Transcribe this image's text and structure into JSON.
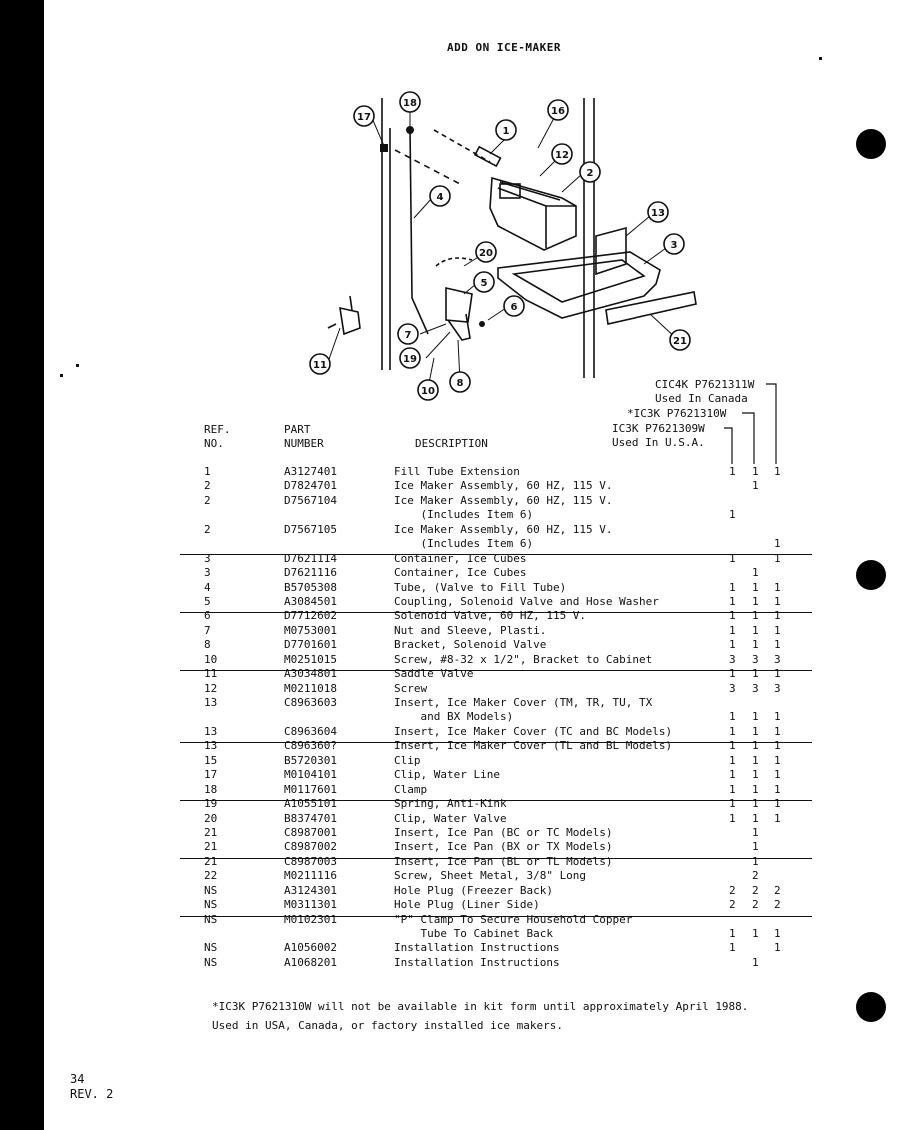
{
  "header": {
    "title": "ADD ON ICE-MAKER"
  },
  "diagram": {
    "callouts": [
      "17",
      "18",
      "1",
      "16",
      "12",
      "2",
      "13",
      "3",
      "4",
      "20",
      "5",
      "6",
      "7",
      "19",
      "10",
      "8",
      "21",
      "11"
    ]
  },
  "columns": {
    "ref": "REF.\nNO.",
    "part": "PART\nNUMBER",
    "desc": "DESCRIPTION",
    "kit_cic4k": "CIC4K P7621311W\nUsed In Canada",
    "kit_ic3k_star": "*IC3K P7621310W",
    "kit_ic3k": "IC3K P7621309W\nUsed In U.S.A."
  },
  "rows": [
    {
      "ref": "1",
      "part": "A3127401",
      "desc": "Fill Tube Extension",
      "q1": "1",
      "q2": "1",
      "q3": "1"
    },
    {
      "ref": "2",
      "part": "D7824701",
      "desc": "Ice Maker Assembly, 60 HZ, 115 V.",
      "q1": "",
      "q2": "1",
      "q3": ""
    },
    {
      "ref": "2",
      "part": "D7567104",
      "desc": "Ice Maker Assembly, 60 HZ, 115 V.",
      "q1": "",
      "q2": "",
      "q3": ""
    },
    {
      "ref": "",
      "part": "",
      "desc": "    (Includes Item 6)",
      "q1": "1",
      "q2": "",
      "q3": ""
    },
    {
      "ref": "2",
      "part": "D7567105",
      "desc": "Ice Maker Assembly, 60 HZ, 115 V.",
      "q1": "",
      "q2": "",
      "q3": ""
    },
    {
      "ref": "",
      "part": "",
      "desc": "    (Includes Item 6)",
      "q1": "",
      "q2": "",
      "q3": "1"
    },
    {
      "ref": "3",
      "part": "D7621114",
      "desc": "Container, Ice Cubes",
      "q1": "1",
      "q2": "",
      "q3": "1"
    },
    {
      "ref": "3",
      "part": "D7621116",
      "desc": "Container, Ice Cubes",
      "q1": "",
      "q2": "1",
      "q3": ""
    },
    {
      "ref": "4",
      "part": "B5705308",
      "desc": "Tube, (Valve to Fill Tube)",
      "q1": "1",
      "q2": "1",
      "q3": "1"
    },
    {
      "ref": "5",
      "part": "A3084501",
      "desc": "Coupling, Solenoid Valve and Hose Washer",
      "q1": "1",
      "q2": "1",
      "q3": "1"
    },
    {
      "ref": "6",
      "part": "D7712602",
      "desc": "Solenoid Valve, 60 HZ, 115 V.",
      "q1": "1",
      "q2": "1",
      "q3": "1"
    },
    {
      "ref": "7",
      "part": "M0753001",
      "desc": "Nut and Sleeve, Plasti.",
      "q1": "1",
      "q2": "1",
      "q3": "1"
    },
    {
      "ref": "8",
      "part": "D7701601",
      "desc": "Bracket, Solenoid Valve",
      "q1": "1",
      "q2": "1",
      "q3": "1"
    },
    {
      "ref": "10",
      "part": "M0251015",
      "desc": "Screw, #8-32 x 1/2\", Bracket to Cabinet",
      "q1": "3",
      "q2": "3",
      "q3": "3"
    },
    {
      "ref": "11",
      "part": "A3034801",
      "desc": "Saddle Valve",
      "q1": "1",
      "q2": "1",
      "q3": "1"
    },
    {
      "ref": "12",
      "part": "M0211018",
      "desc": "Screw",
      "q1": "3",
      "q2": "3",
      "q3": "3"
    },
    {
      "ref": "13",
      "part": "C8963603",
      "desc": "Insert, Ice Maker Cover (TM, TR, TU, TX",
      "q1": "",
      "q2": "",
      "q3": ""
    },
    {
      "ref": "",
      "part": "",
      "desc": "    and BX Models)",
      "q1": "1",
      "q2": "1",
      "q3": "1"
    },
    {
      "ref": "13",
      "part": "C8963604",
      "desc": "Insert, Ice Maker Cover (TC and BC Models)",
      "q1": "1",
      "q2": "1",
      "q3": "1"
    },
    {
      "ref": "13",
      "part": "C896360?",
      "desc": "Insert, Ice Maker Cover (TL and BL Models)",
      "q1": "1",
      "q2": "1",
      "q3": "1"
    },
    {
      "ref": "15",
      "part": "B5720301",
      "desc": "Clip",
      "q1": "1",
      "q2": "1",
      "q3": "1"
    },
    {
      "ref": "17",
      "part": "M0104101",
      "desc": "Clip, Water Line",
      "q1": "1",
      "q2": "1",
      "q3": "1"
    },
    {
      "ref": "18",
      "part": "M0117601",
      "desc": "Clamp",
      "q1": "1",
      "q2": "1",
      "q3": "1"
    },
    {
      "ref": "19",
      "part": "A1055101",
      "desc": "Spring, Anti-Kink",
      "q1": "1",
      "q2": "1",
      "q3": "1"
    },
    {
      "ref": "20",
      "part": "B8374701",
      "desc": "Clip, Water Valve",
      "q1": "1",
      "q2": "1",
      "q3": "1"
    },
    {
      "ref": "21",
      "part": "C8987001",
      "desc": "Insert, Ice Pan (BC or TC Models)",
      "q1": "",
      "q2": "1",
      "q3": ""
    },
    {
      "ref": "21",
      "part": "C8987002",
      "desc": "Insert, Ice Pan (BX or TX Models)",
      "q1": "",
      "q2": "1",
      "q3": ""
    },
    {
      "ref": "21",
      "part": "C8987003",
      "desc": "Insert, Ice Pan (BL or TL Models)",
      "q1": "",
      "q2": "1",
      "q3": ""
    },
    {
      "ref": "22",
      "part": "M0211116",
      "desc": "Screw, Sheet Metal, 3/8\" Long",
      "q1": "",
      "q2": "2",
      "q3": ""
    },
    {
      "ref": "NS",
      "part": "A3124301",
      "desc": "Hole Plug (Freezer Back)",
      "q1": "2",
      "q2": "2",
      "q3": "2"
    },
    {
      "ref": "NS",
      "part": "M0311301",
      "desc": "Hole Plug (Liner Side)",
      "q1": "2",
      "q2": "2",
      "q3": "2"
    },
    {
      "ref": "NS",
      "part": "M0102301",
      "desc": "\"P\" Clamp To Secure Household Copper",
      "q1": "",
      "q2": "",
      "q3": ""
    },
    {
      "ref": "",
      "part": "",
      "desc": "    Tube To Cabinet Back",
      "q1": "1",
      "q2": "1",
      "q3": "1"
    },
    {
      "ref": "NS",
      "part": "A1056002",
      "desc": "Installation Instructions",
      "q1": "1",
      "q2": "",
      "q3": "1"
    },
    {
      "ref": "NS",
      "part": "A1068201",
      "desc": "Installation Instructions",
      "q1": "",
      "q2": "1",
      "q3": ""
    }
  ],
  "footnote": "*IC3K P7621310W will not be available in kit form until approximately April 1988.\nUsed in USA, Canada, or factory installed ice makers.",
  "page": {
    "number": "34",
    "rev": "REV. 2"
  }
}
